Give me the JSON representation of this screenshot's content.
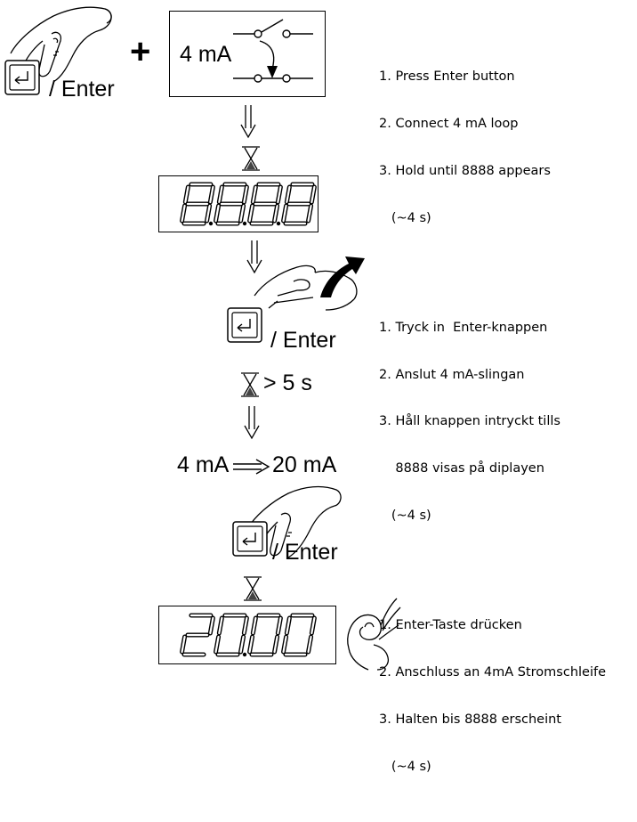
{
  "step1": {
    "enter_label": "/ Enter",
    "plus": "+",
    "switch_label": "4 mA"
  },
  "display1": {
    "value": "8888"
  },
  "step2": {
    "enter_label": "/ Enter",
    "wait_label": "> 5 s"
  },
  "transition": {
    "from": "4 mA",
    "to": "20 mA"
  },
  "step3": {
    "enter_label": "/ Enter"
  },
  "display2": {
    "value": "2000"
  },
  "instructions": {
    "english": [
      "1. Press Enter button",
      "2. Connect 4 mA loop",
      "3. Hold until 8888 appears",
      "   (~4 s)"
    ],
    "swedish": [
      "1. Tryck in  Enter-knappen",
      "2. Anslut 4 mA-slingan",
      "3. Håll knappen intryckt tills",
      "    8888 visas på diplayen",
      "   (~4 s)"
    ],
    "german": [
      "1. Enter-Taste drücken",
      "2. Anschluss an 4mA Stromschleife",
      "3. Halten bis 8888 erscheint",
      "   (~4 s)"
    ]
  }
}
